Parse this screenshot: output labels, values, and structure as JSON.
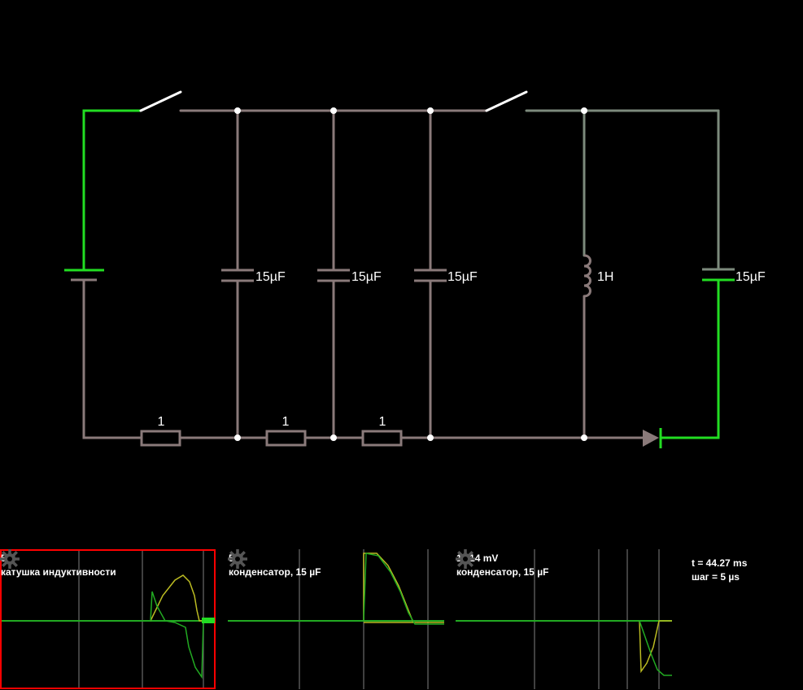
{
  "circuit": {
    "capacitors": [
      {
        "label": "15µF"
      },
      {
        "label": "15µF"
      },
      {
        "label": "15µF"
      },
      {
        "label": "15µF"
      }
    ],
    "inductor": {
      "label": "1H"
    },
    "resistors": [
      {
        "label": "1"
      },
      {
        "label": "1"
      },
      {
        "label": "1"
      }
    ],
    "colors": {
      "wire": "#8a7a7a",
      "live": "#22dd22",
      "node": "#ffffff",
      "inductor_wire": "#7c8a7c"
    }
  },
  "scopes": [
    {
      "value": "5 V",
      "name": "катушка индуктивности",
      "selected": true
    },
    {
      "value": "5 V",
      "name": "конденсатор, 15 µF",
      "selected": false
    },
    {
      "value": "1.114 mV",
      "name": "конденсатор, 15 µF",
      "selected": false
    }
  ],
  "sim": {
    "time": "t = 44.27 ms",
    "step": "шаг = 5 µs"
  },
  "icons": {
    "scope_settings": "gear-icon"
  }
}
